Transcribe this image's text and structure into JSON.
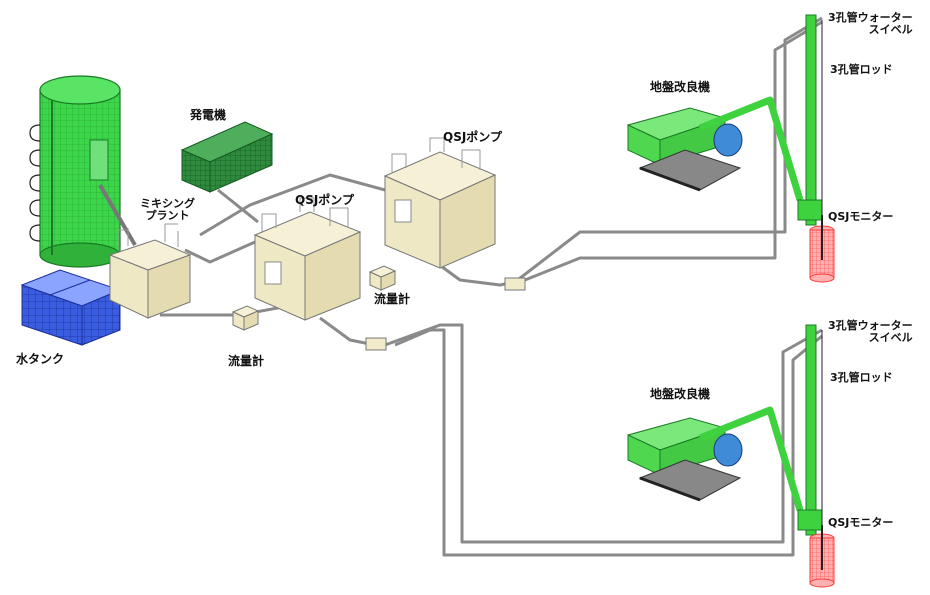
{
  "labels": {
    "generator": "発電機",
    "mixing_plant_line1": "ミキシング",
    "mixing_plant_line2": "プラント",
    "water_tank": "水タンク",
    "qsj_pump_1": "QSJポンプ",
    "qsj_pump_2": "QSJポンプ",
    "flowmeter_1": "流量計",
    "flowmeter_2": "流量計",
    "ground_improver_top": "地盤改良機",
    "ground_improver_bottom": "地盤改良機",
    "swivel_top_line1": "3孔管ウォーター",
    "swivel_top_line2": "スイベル",
    "rod_top": "3孔管ロッド",
    "monitor_top": "QSJモニター",
    "swivel_bottom_line1": "3孔管ウォーター",
    "swivel_bottom_line2": "スイベル",
    "rod_bottom": "3孔管ロッド",
    "monitor_bottom": "QSJモニター"
  },
  "colors": {
    "silo_green": "#3cd64a",
    "generator_green": "#2e8b3d",
    "water_tank_blue": "#3a5de0",
    "equipment_beige": "#f1ebc9",
    "excavator_green": "#4fd84f",
    "leader_green": "#3fd23f",
    "monitor_red": "#ff7070",
    "pipe": "#8a8a8a"
  }
}
